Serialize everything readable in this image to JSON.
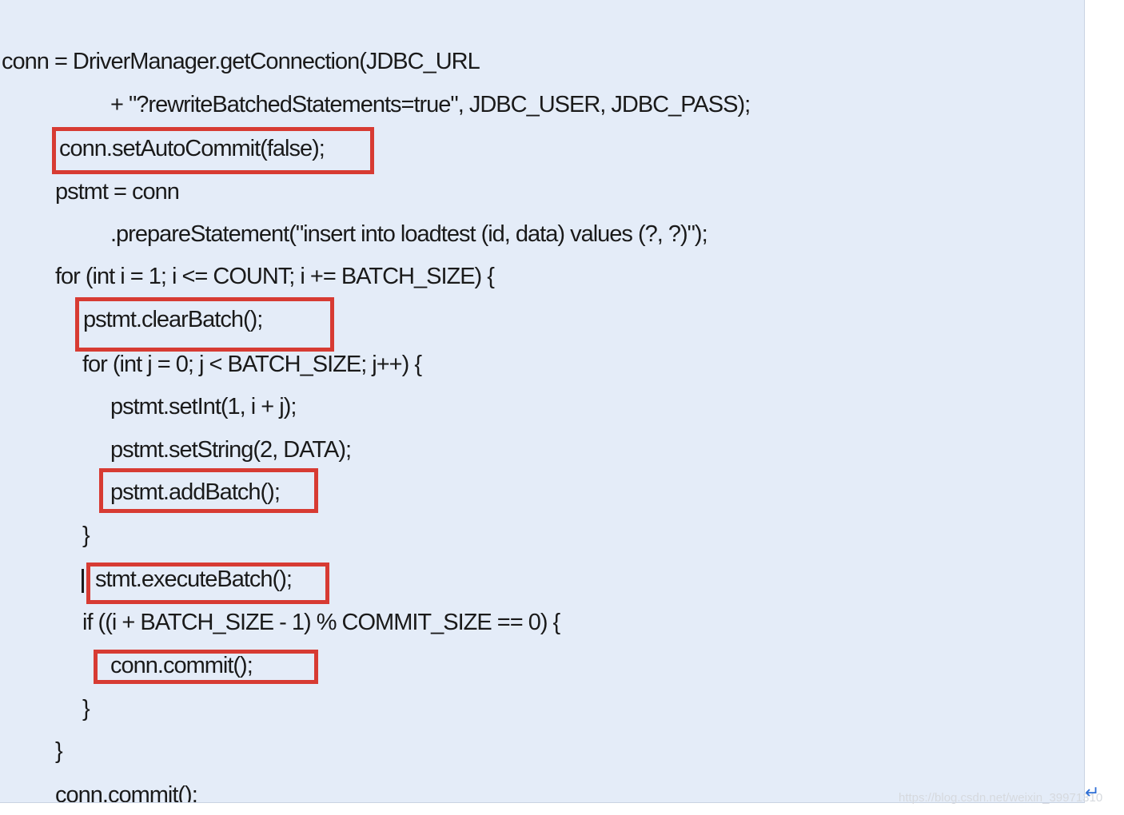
{
  "code": {
    "lines": [
      "conn = DriverManager.getConnection(JDBC_URL",
      "+ \"?rewriteBatchedStatements=true\", JDBC_USER, JDBC_PASS);",
      "conn.setAutoCommit(false);",
      "pstmt = conn",
      ".prepareStatement(\"insert into loadtest (id, data) values (?, ?)\");",
      "for (int i = 1; i <= COUNT; i += BATCH_SIZE) {",
      "pstmt.clearBatch();",
      "for (int j = 0; j < BATCH_SIZE; j++) {",
      "pstmt.setInt(1, i + j);",
      "pstmt.setString(2, DATA);",
      "pstmt.addBatch();",
      "}",
      "stmt.executeBatch();",
      "if ((i + BATCH_SIZE - 1) % COMMIT_SIZE == 0) {",
      "conn.commit();",
      "}",
      "}",
      "conn.commit();"
    ]
  },
  "highlight_color": "#d73b33",
  "footer": {
    "watermark": "https://blog.csdn.net/weixin_39971310",
    "return_icon": "↵"
  }
}
